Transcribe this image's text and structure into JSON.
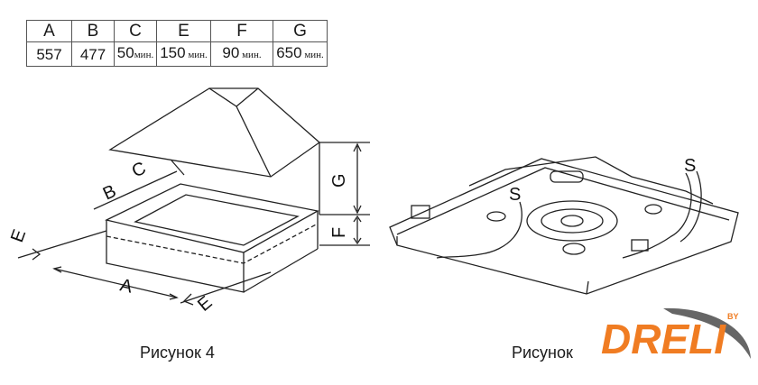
{
  "table": {
    "headers": [
      "A",
      "B",
      "C",
      "E",
      "F",
      "G"
    ],
    "values": [
      {
        "num": "557",
        "unit": ""
      },
      {
        "num": "477",
        "unit": ""
      },
      {
        "num": "50",
        "unit": "мин."
      },
      {
        "num": "150",
        "unit": " мин."
      },
      {
        "num": "90",
        "unit": " мин."
      },
      {
        "num": "650",
        "unit": " мин."
      }
    ]
  },
  "figure4": {
    "caption": "Рисунок 4",
    "labels": {
      "a": "A",
      "b": "B",
      "c": "C",
      "e": "E",
      "e2": "E",
      "f": "F",
      "g": "G"
    }
  },
  "figure_right": {
    "caption": "Рисунок",
    "labels": {
      "s1": "S",
      "s2": "S"
    }
  },
  "logo": {
    "text": "DRELI",
    "by": "BY",
    "colors": {
      "orange": "#f07c22",
      "gray": "#666666"
    }
  }
}
